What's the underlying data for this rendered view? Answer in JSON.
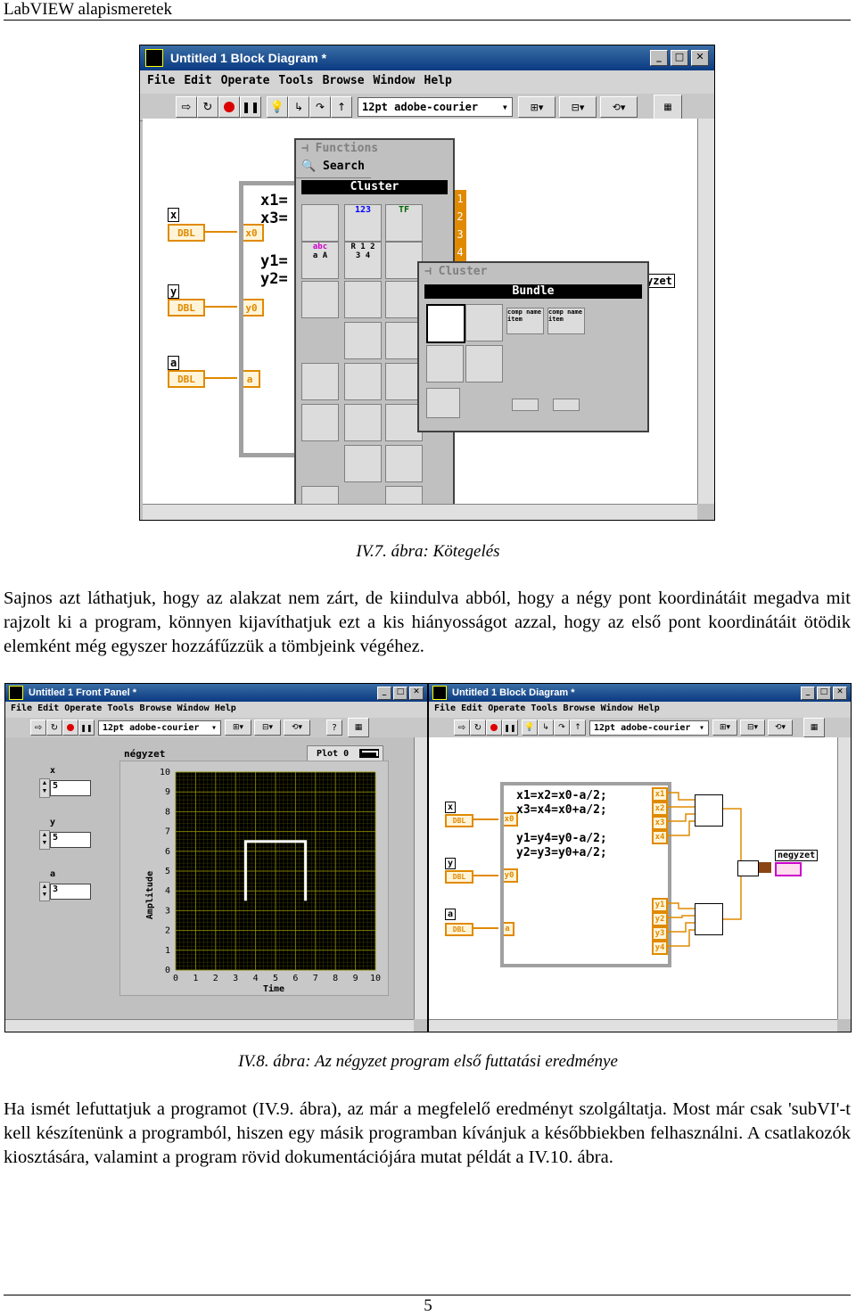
{
  "header": {
    "title": "LabVIEW alapismeretek"
  },
  "figure1": {
    "window_title": "Untitled 1 Block Diagram *",
    "menu": [
      "File",
      "Edit",
      "Operate",
      "Tools",
      "Browse",
      "Window",
      "Help"
    ],
    "font_selector": "12pt adobe-courier",
    "controls": [
      {
        "label": "x",
        "type": "DBL",
        "terminal": "x0"
      },
      {
        "label": "y",
        "type": "DBL",
        "terminal": "y0"
      },
      {
        "label": "a",
        "type": "DBL",
        "terminal": "a"
      }
    ],
    "formula_lines": [
      "x1=",
      "x3=",
      "y1=",
      "y2="
    ],
    "functions_palette": {
      "title": "Functions",
      "search": "Search",
      "category": "Cluster",
      "icon_texts": [
        "123",
        "TF",
        "abc",
        "a A",
        "R 1 2",
        "3 4"
      ]
    },
    "cluster_palette": {
      "title": "Cluster",
      "selected": "Bundle",
      "icon_texts": [
        "comp name item",
        "comp name item"
      ]
    },
    "partial_label": "yzet",
    "output_terminals": [
      "1",
      "2",
      "3",
      "4"
    ],
    "caption": "IV.7. ábra: Kötegelés"
  },
  "paragraph1": "Sajnos azt láthatjuk, hogy az alakzat nem zárt, de kiindulva abból, hogy a négy pont koordinátáit megadva mit rajzolt ki a program, könnyen kijavíthatjuk ezt a kis hiányosságot azzal, hogy az első pont koordinátáit ötödik elemként még egyszer hozzáfűzzük a tömbjeink végéhez.",
  "figure2": {
    "front_panel": {
      "window_title": "Untitled 1 Front Panel *",
      "menu": [
        "File",
        "Edit",
        "Operate",
        "Tools",
        "Browse",
        "Window",
        "Help"
      ],
      "font_selector": "12pt adobe-courier",
      "controls": [
        {
          "label": "x",
          "value": "5"
        },
        {
          "label": "y",
          "value": "5"
        },
        {
          "label": "a",
          "value": "3"
        }
      ],
      "graph": {
        "title": "négyzet",
        "legend": "Plot 0",
        "ylabel": "Amplitude",
        "xlabel": "Time"
      }
    },
    "block_diagram": {
      "window_title": "Untitled 1 Block Diagram *",
      "menu": [
        "File",
        "Edit",
        "Operate",
        "Tools",
        "Browse",
        "Window",
        "Help"
      ],
      "font_selector": "12pt adobe-courier",
      "inputs": [
        {
          "label": "x",
          "type": "DBL",
          "terminal": "x0"
        },
        {
          "label": "y",
          "type": "DBL",
          "terminal": "y0"
        },
        {
          "label": "a",
          "type": "DBL",
          "terminal": "a"
        }
      ],
      "formula": [
        "x1=x2=x0-a/2;",
        "x3=x4=x0+a/2;",
        "",
        "y1=y4=y0-a/2;",
        "y2=y3=y0+a/2;"
      ],
      "x_outputs": [
        "x1",
        "x2",
        "x3",
        "x4"
      ],
      "y_outputs": [
        "y1",
        "y2",
        "y3",
        "y4"
      ],
      "indicator": "negyzet"
    },
    "caption": "IV.8. ábra: Az négyzet program első futtatási eredménye"
  },
  "paragraph2": "Ha ismét lefuttatjuk a programot (IV.9. ábra), az már a megfelelő eredményt szolgáltatja. Most már csak 'subVI'-t kell készítenünk a programból, hiszen egy másik programban kívánjuk a későbbiekben felhasználni. A csatlakozók kiosztására, valamint a program rövid dokumentációjára mutat példát a IV.10. ábra.",
  "chart_data": {
    "type": "line",
    "title": "négyzet",
    "xlabel": "Time",
    "ylabel": "Amplitude",
    "xlim": [
      0,
      10
    ],
    "ylim": [
      0,
      10
    ],
    "xticks": [
      "0",
      "1",
      "2",
      "3",
      "4",
      "5",
      "6",
      "7",
      "8",
      "9",
      "10"
    ],
    "yticks": [
      "0",
      "1",
      "2",
      "3",
      "4",
      "5",
      "6",
      "7",
      "8",
      "9",
      "10"
    ],
    "series": [
      {
        "name": "Plot 0",
        "x": [
          3.5,
          3.5,
          6.5,
          6.5
        ],
        "y": [
          3.5,
          6.5,
          6.5,
          3.5
        ]
      }
    ],
    "grid": true,
    "colors": {
      "background": "#000000",
      "grid": "#8a8a00",
      "line": "#ffffff"
    }
  },
  "footer": {
    "page_number": "5"
  }
}
